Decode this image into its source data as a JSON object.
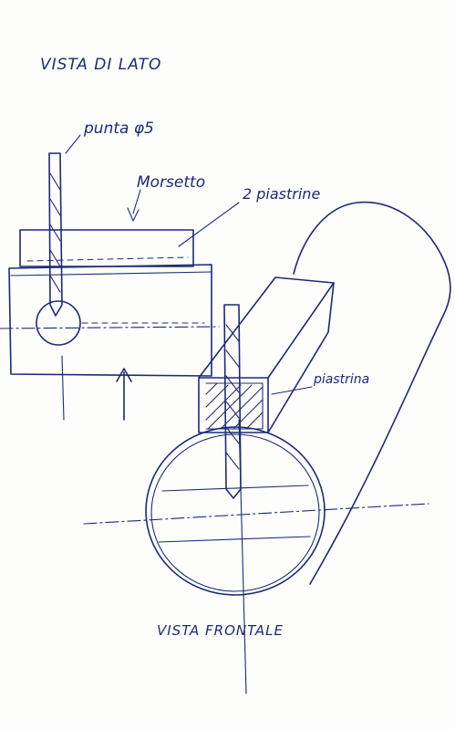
{
  "labels": {
    "side_view": "VISTA DI LATO",
    "drill": "punta φ5",
    "clamp": "Morsetto",
    "two_plates": "2 piastrine",
    "plate": "piastrina",
    "front_view": "VISTA FRONTALE"
  },
  "colors": {
    "ink": "#1c2a78",
    "paper": "#fdfdfb"
  }
}
